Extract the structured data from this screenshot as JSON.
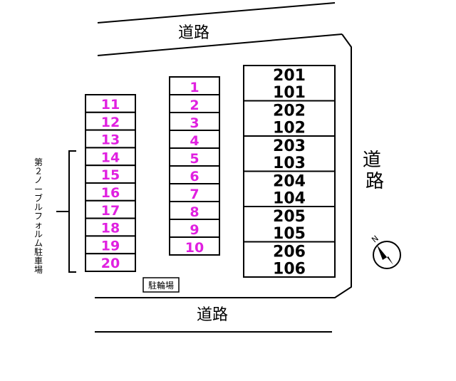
{
  "roads": {
    "top": "道路",
    "right": "道路",
    "bottom": "道路"
  },
  "parking_left": [
    "11",
    "12",
    "13",
    "14",
    "15",
    "16",
    "17",
    "18",
    "19",
    "20"
  ],
  "parking_center": [
    "1",
    "2",
    "3",
    "4",
    "5",
    "6",
    "7",
    "8",
    "9",
    "10"
  ],
  "units": [
    [
      "201",
      "101"
    ],
    [
      "202",
      "102"
    ],
    [
      "203",
      "103"
    ],
    [
      "204",
      "104"
    ],
    [
      "205",
      "105"
    ],
    [
      "206",
      "106"
    ]
  ],
  "side_label": "第２ノーブルフォルム駐車場",
  "bike_parking": "駐輪場",
  "compass_letter": "N",
  "colors": {
    "slot_text": "#e020e0",
    "line": "#000000",
    "background": "#ffffff"
  }
}
